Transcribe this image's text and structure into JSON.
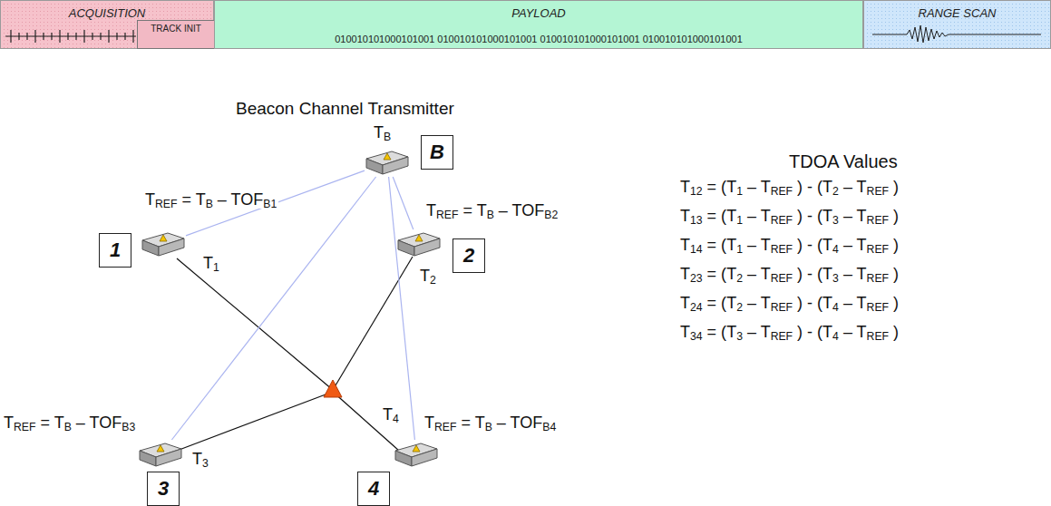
{
  "diagram": {
    "nodes": [
      {
        "text": [
          "ACQUISITION"
        ]
      },
      {
        "text": [
          "TRACK INIT"
        ],
        "in": 0
      },
      {
        "text": [
          "PAYLOAD",
          "010010101000101001 010010101000101001 010010101000101001 010010101000101001"
        ]
      },
      {
        "text": [
          "RANGE SCAN"
        ]
      },
      {
        "text": [
          "B"
        ]
      },
      {
        "text": [
          "1"
        ]
      },
      {
        "text": [
          "2"
        ]
      },
      {
        "text": [
          "3"
        ]
      },
      {
        "text": [
          "4"
        ]
      }
    ],
    "edges": [
      {
        "from": 4,
        "to": 5,
        "arrow": "none"
      },
      {
        "from": 4,
        "to": 6,
        "arrow": "none"
      },
      {
        "from": 4,
        "to": 7,
        "arrow": "none"
      },
      {
        "from": 4,
        "to": 8,
        "arrow": "none"
      }
    ],
    "labels": [
      "Beacon Channel Transmitter",
      "TB",
      "TREF = TB – TOFB1",
      "TREF = TB – TOFB2",
      "TREF = TB – TOFB3",
      "TREF = TB – TOFB4",
      "T1",
      "T2",
      "T3",
      "T4",
      "TDOA Values",
      "T12 = (T1 – TREF ) - (T2 – TREF )",
      "T13 = (T1 – TREF ) - (T3 – TREF )",
      "T14 = (T1 – TREF ) - (T4 – TREF )",
      "T23 = (T2 – TREF ) - (T3 – TREF )",
      "T24 = (T2 – TREF ) - (T4 – TREF )",
      "T34 = (T3 – TREF ) - (T4 – TREF )"
    ]
  }
}
